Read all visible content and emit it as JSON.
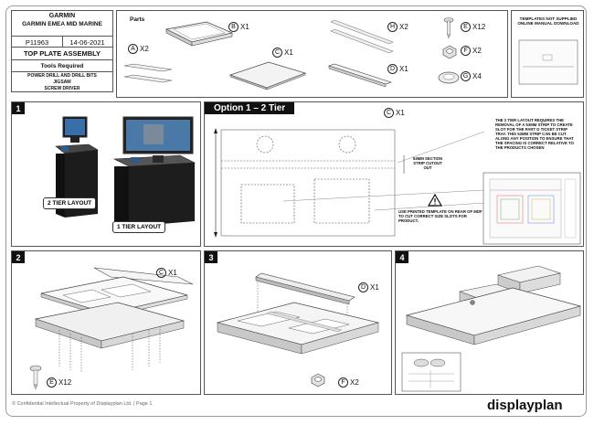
{
  "header": {
    "brand": "GARMIN",
    "project": "GARMIN EMEA MID MARINE",
    "job_number": "P11963",
    "date": "14-06-2021",
    "title": "TOP PLATE ASSEMBLY",
    "tools_heading": "Tools Required",
    "tools": [
      "POWER DRILL AND DRILL BITS",
      "JIGSAW",
      "SCREW DRIVER"
    ]
  },
  "parts": {
    "heading": "Parts",
    "items": [
      {
        "letter": "A",
        "qty": "X2"
      },
      {
        "letter": "B",
        "qty": "X1"
      },
      {
        "letter": "C",
        "qty": "X1"
      },
      {
        "letter": "D",
        "qty": "X1"
      },
      {
        "letter": "H",
        "qty": "X2"
      },
      {
        "letter": "E",
        "qty": "X12"
      },
      {
        "letter": "F",
        "qty": "X2"
      },
      {
        "letter": "G",
        "qty": "X4"
      }
    ],
    "templates_note": "TEMPLATES NOT SUPPLIED ONLINE MANUAL DOWNLOAD"
  },
  "step1": {
    "number": "1",
    "label_2tier": "2 TIER LAYOUT",
    "label_1tier": "1 TIER LAYOUT"
  },
  "option": {
    "title": "Option 1 – 2 Tier",
    "part_letter": "C",
    "part_qty": "X1",
    "strip_note": "53MM SECTION STRIP CUTOUT OUT",
    "layout_note": "THE 2 TIER LAYOUT REQUIRES THE REMOVAL OF A 53MM STRIP TO CREATE SLOT FOR THE PART D TICKET STRIP TRAY. THIS 53MM STRIP CAN BE CUT ALONG ANY POSITION TO ENSURE THAT THE SPACING IS CORRECT RELATIVE TO THE PRODUCTS CHOSEN",
    "template_note": "USE PRINTED TEMPLATE ON REAR OF MDF TO CUT CORRECT SIZE SLOTS FOR PRODUCT."
  },
  "step2": {
    "number": "2",
    "c_letter": "C",
    "c_qty": "X1",
    "e_letter": "E",
    "e_qty": "X12"
  },
  "step3": {
    "number": "3",
    "d_letter": "D",
    "d_qty": "X1",
    "f_letter": "F",
    "f_qty": "X2"
  },
  "step4": {
    "number": "4"
  },
  "footer": {
    "confidential": "© Confidential Intellectual Property of Displayplan Ltd. | Page 1",
    "logo": "displayplan"
  }
}
